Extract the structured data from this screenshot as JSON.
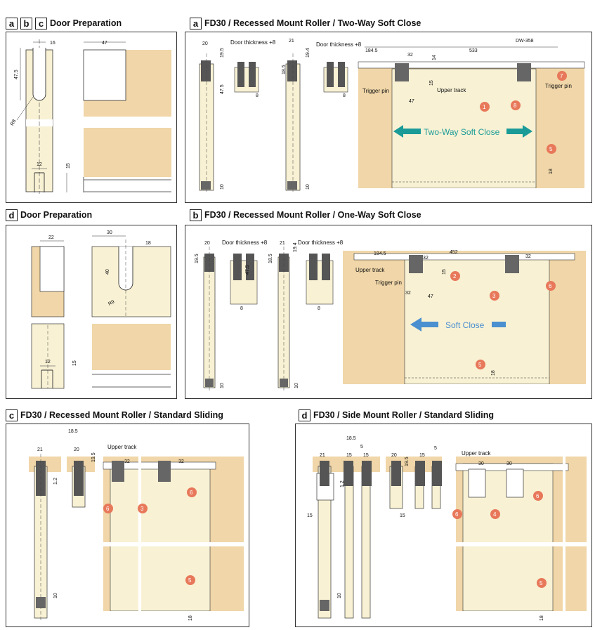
{
  "colors": {
    "wood": "#f8f1d4",
    "frame": "#f0d6a8",
    "teal": "#1a9b97",
    "blue": "#4a8fcf",
    "callout": "#e8785a"
  },
  "headers": {
    "prep_abc": {
      "badges": [
        "a",
        "b",
        "c"
      ],
      "title": "Door Preparation"
    },
    "prep_d": {
      "badges": [
        "d"
      ],
      "title": "Door Preparation"
    },
    "a": {
      "badge": "a",
      "title": "FD30 / Recessed Mount Roller / Two-Way Soft Close"
    },
    "b": {
      "badge": "b",
      "title": "FD30 / Recessed Mount Roller / One-Way Soft Close"
    },
    "c": {
      "badge": "c",
      "title": "FD30 / Recessed Mount Roller / Standard Sliding"
    },
    "d": {
      "badge": "d",
      "title": "FD30 / Side Mount Roller / Standard Sliding"
    }
  },
  "prep_abc": {
    "d16": "16",
    "d47": "47",
    "d47_5": "47.5",
    "r8": "R8",
    "d12": "12",
    "d15": "15"
  },
  "prep_d": {
    "d22": "22",
    "d30": "30",
    "d18": "18",
    "d40": "40",
    "r9": "R9",
    "d12": "12",
    "d15": "15"
  },
  "panel_a": {
    "door_thickness": "Door thickness +8",
    "d20": "20",
    "d19_5": "19.5",
    "d47_5": "47.5",
    "d8": "8",
    "d10": "10",
    "d21": "21",
    "d18_5": "18.5",
    "d19_4": "19.4",
    "d184_5": "184.5",
    "d533": "533",
    "dw": "DW-358",
    "d32": "32",
    "d14": "14",
    "d15": "15",
    "d47": "47",
    "trigger_pin_left": "Trigger pin",
    "trigger_pin_right": "Trigger pin",
    "upper_track": "Upper track",
    "arrow_text": "Two-Way Soft Close",
    "c1": "1",
    "c8": "8",
    "c7": "7",
    "c5": "5",
    "d18": "18"
  },
  "panel_b": {
    "door_thickness": "Door thickness +8",
    "d20": "20",
    "d19_5": "19.5",
    "d47_5": "47.5",
    "d8": "8",
    "d10": "10",
    "d21": "21",
    "d18_5": "18.5",
    "d19_4": "19.4",
    "d184_5": "184.5",
    "d452": "452",
    "d32": "32",
    "d15": "15",
    "d47": "47",
    "upper_track": "Upper track",
    "trigger_pin": "Trigger pin",
    "arrow_text": "Soft Close",
    "c2": "2",
    "c3": "3",
    "c6": "6",
    "c5": "5",
    "d18": "18"
  },
  "panel_c": {
    "d18_5": "18.5",
    "d21": "21",
    "d20": "20",
    "d19_5": "19.5",
    "d1_2": "1.2",
    "d10": "10",
    "upper_track": "Upper track",
    "d32": "32",
    "c6": "6",
    "c3": "3",
    "c5": "5",
    "d18": "18"
  },
  "panel_d": {
    "d18_5": "18.5",
    "d21": "21",
    "d15": "15",
    "d5": "5",
    "d20": "20",
    "d19_5": "19.5",
    "d1_2": "1.2",
    "d10": "10",
    "upper_track": "Upper track",
    "d30": "30",
    "c6": "6",
    "c4": "4",
    "c5": "5",
    "d18": "18"
  }
}
